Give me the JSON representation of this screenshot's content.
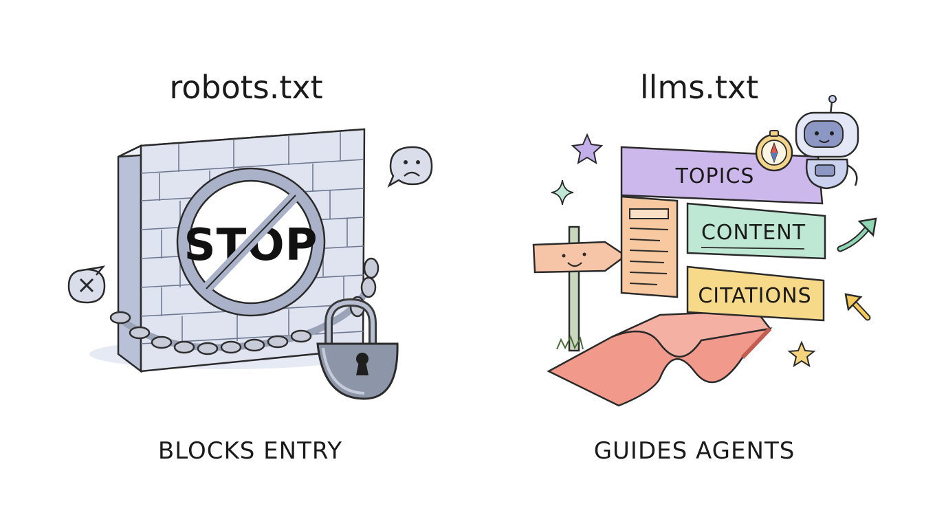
{
  "left_panel": {
    "title": "robots.txt",
    "sign_text": "STOP",
    "caption": "BLOCKS ENTRY"
  },
  "right_panel": {
    "title": "llms.txt",
    "labels": {
      "topics": "TOPICS",
      "content": "CONTENT",
      "citations": "CITATIONS"
    },
    "caption": "GUIDES AGENTS"
  },
  "colors": {
    "wall": "#dfe4f0",
    "topics": "#cdb8ec",
    "content": "#bfe8d4",
    "citations": "#f7d98a",
    "doc": "#f8c9a0",
    "signpost": "#f6c4a6",
    "carpet": "#f19a8c",
    "robot": "#c9d1ee"
  }
}
